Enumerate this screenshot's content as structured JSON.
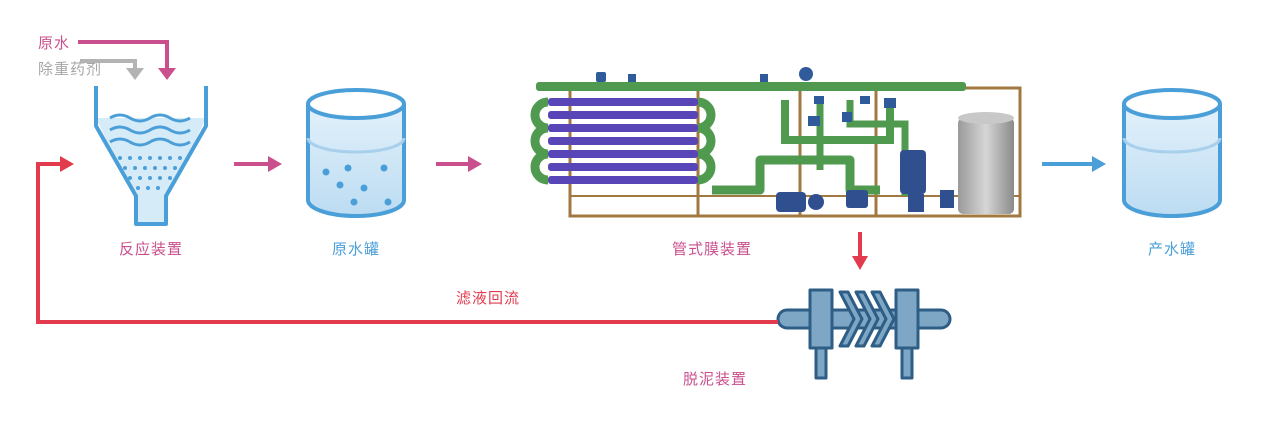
{
  "inputs": {
    "raw_water": "原水",
    "chemical": "除重药剂"
  },
  "nodes": {
    "reaction": "反应装置",
    "raw_tank": "原水罐",
    "membrane": "管式膜装置",
    "product_tank": "产水罐",
    "dewatering": "脱泥装置"
  },
  "flows": {
    "filtrate_return": "滤液回流"
  },
  "colors": {
    "magenta": "#c9508d",
    "red": "#e23b4e",
    "blue": "#4a9fd8",
    "gray": "#b3b3b3",
    "water_light": "#d6ebf8",
    "filter_body": "#7ea7c6",
    "filter_outline": "#2e5d86"
  }
}
